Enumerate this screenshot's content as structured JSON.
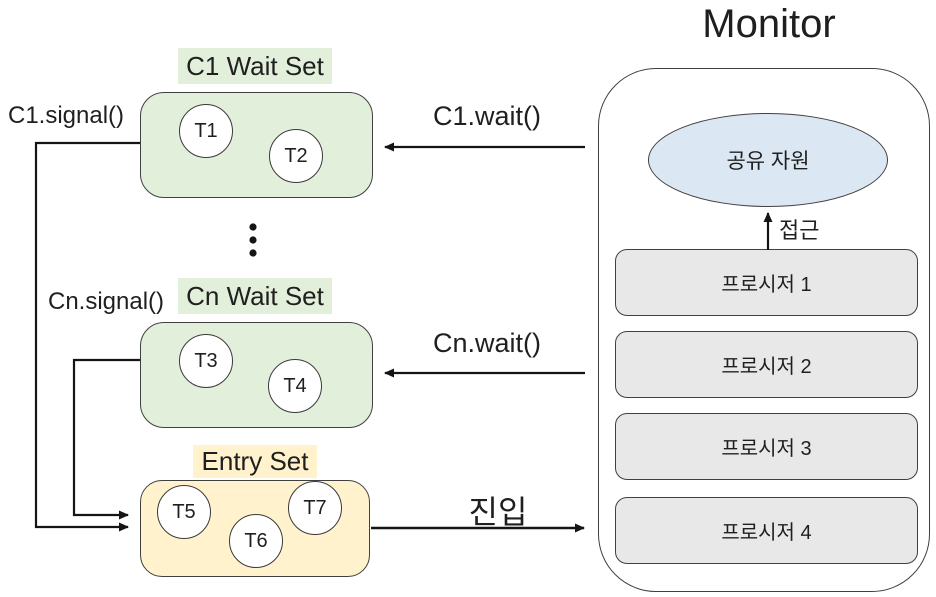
{
  "colors": {
    "green_fill": "#e2efda",
    "yellow_fill": "#fff2cc",
    "blue_fill": "#dbe8f4",
    "gray_fill": "#e9e8e8",
    "stroke": "#404040",
    "line": "#151515",
    "ink": "#1f1f1f"
  },
  "icons": {
    "vertical_ellipsis": "⋮",
    "arrowhead": "→"
  },
  "wait_sets": [
    {
      "label": "C1 Wait Set",
      "signal_label": "C1.signal()",
      "wait_label": "C1.wait()",
      "threads": [
        "T1",
        "T2"
      ]
    },
    {
      "label": "Cn Wait Set",
      "signal_label": "Cn.signal()",
      "wait_label": "Cn.wait()",
      "threads": [
        "T3",
        "T4"
      ]
    }
  ],
  "entry_set": {
    "label": "Entry Set",
    "enter_label": "진입",
    "threads": [
      "T5",
      "T6",
      "T7"
    ]
  },
  "monitor": {
    "title": "Monitor",
    "shared_resource_label": "공유 자원",
    "access_label": "접근",
    "procedures": [
      "프로시저 1",
      "프로시저 2",
      "프로시저 3",
      "프로시저 4"
    ]
  }
}
